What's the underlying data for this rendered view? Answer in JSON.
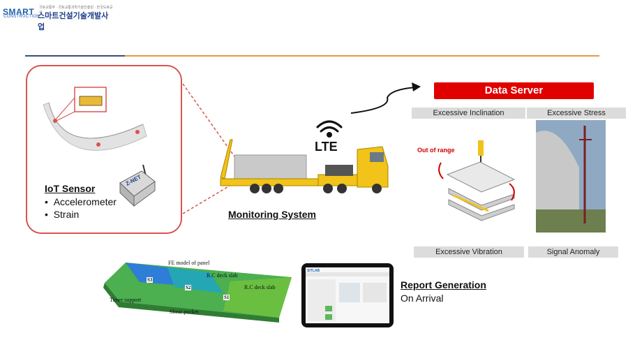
{
  "logo": {
    "smart": "SMART",
    "construction": "CONSTRUCTION",
    "korean": "스마트건설기술개발사업",
    "sub": "국토교통부 · 국토교통과학기술진흥원 · 한국도로공사"
  },
  "sensor_panel": {
    "title": "IoT Sensor",
    "bullets": [
      "Accelerometer",
      "Strain"
    ],
    "device_label": "Z-NET"
  },
  "monitoring": {
    "title": "Monitoring System",
    "link_label": "LTE"
  },
  "server": {
    "title": "Data Server",
    "alerts": [
      "Excessive Inclination",
      "Excessive Stress",
      "Excessive Vibration",
      "Signal Anomaly"
    ],
    "annotation": "Out of range"
  },
  "fe_model": {
    "labels": [
      "FE model of panel",
      "R.C deck slab",
      "R.C deck slab",
      "Timer support",
      "Shear pocket"
    ],
    "sensors": [
      "S3",
      "S2",
      "S1"
    ]
  },
  "report": {
    "title": "Report Generation",
    "subtitle": "On Arrival",
    "app_name": "SITLAB"
  },
  "colors": {
    "accent_red": "#e00000",
    "rule_blue": "#3a4d7a",
    "rule_orange": "#e59a3b",
    "truck_yellow": "#f2c318"
  }
}
